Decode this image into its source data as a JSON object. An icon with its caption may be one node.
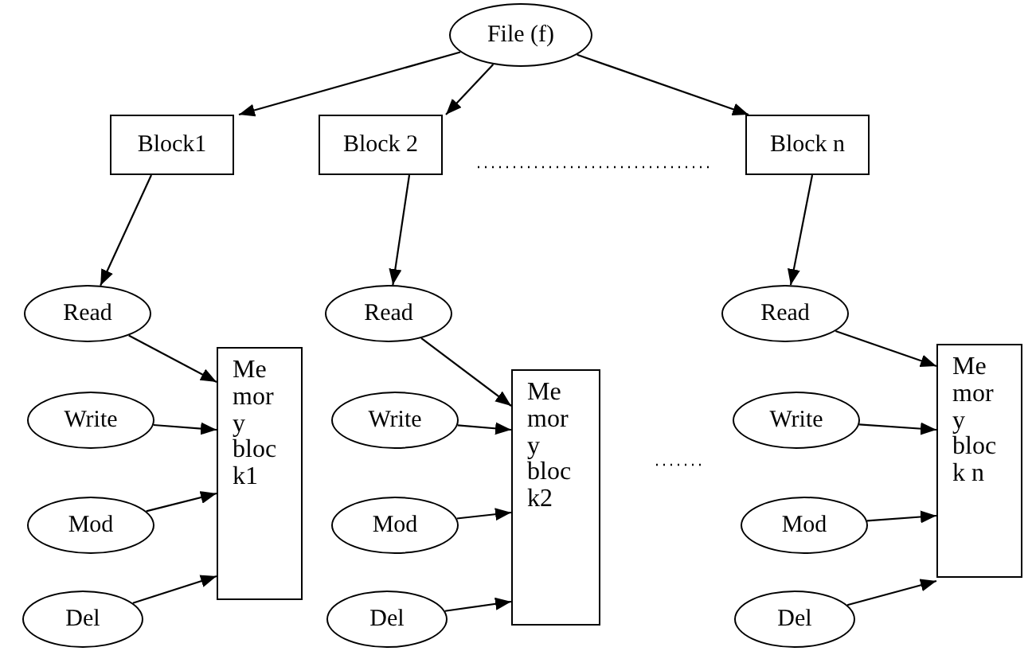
{
  "diagram": {
    "nodes": [
      {
        "text": [
          "File (f)"
        ]
      },
      {
        "text": [
          "Block1"
        ]
      },
      {
        "text": [
          "Block 2"
        ]
      },
      {
        "text": [
          "Block n"
        ]
      },
      {
        "text": [
          "Read"
        ]
      },
      {
        "text": [
          "Write"
        ]
      },
      {
        "text": [
          "Mod"
        ]
      },
      {
        "text": [
          "Del"
        ]
      },
      {
        "text": [
          "Me mor y bloc k1"
        ]
      },
      {
        "text": [
          "Read"
        ]
      },
      {
        "text": [
          "Write"
        ]
      },
      {
        "text": [
          "Mod"
        ]
      },
      {
        "text": [
          "Del"
        ]
      },
      {
        "text": [
          "Me mor y bloc k2"
        ]
      },
      {
        "text": [
          "Read"
        ]
      },
      {
        "text": [
          "Write"
        ]
      },
      {
        "text": [
          "Mod"
        ]
      },
      {
        "text": [
          "Del"
        ]
      },
      {
        "text": [
          "Me mor y bloc k n"
        ]
      }
    ],
    "edges": [
      {
        "from": 0,
        "to": 1,
        "arrow": "to"
      },
      {
        "from": 0,
        "to": 2,
        "arrow": "to"
      },
      {
        "from": 0,
        "to": 3,
        "arrow": "to"
      },
      {
        "from": 1,
        "to": 4,
        "arrow": "to"
      },
      {
        "from": 2,
        "to": 9,
        "arrow": "to"
      },
      {
        "from": 3,
        "to": 14,
        "arrow": "to"
      },
      {
        "from": 4,
        "to": 8,
        "arrow": "to"
      },
      {
        "from": 5,
        "to": 8,
        "arrow": "to"
      },
      {
        "from": 6,
        "to": 8,
        "arrow": "to"
      },
      {
        "from": 7,
        "to": 8,
        "arrow": "to"
      },
      {
        "from": 9,
        "to": 13,
        "arrow": "to"
      },
      {
        "from": 10,
        "to": 13,
        "arrow": "to"
      },
      {
        "from": 11,
        "to": 13,
        "arrow": "to"
      },
      {
        "from": 12,
        "to": 13,
        "arrow": "to"
      },
      {
        "from": 14,
        "to": 18,
        "arrow": "to"
      },
      {
        "from": 15,
        "to": 18,
        "arrow": "to"
      },
      {
        "from": 16,
        "to": 18,
        "arrow": "to"
      },
      {
        "from": 17,
        "to": 18,
        "arrow": "to"
      }
    ]
  }
}
